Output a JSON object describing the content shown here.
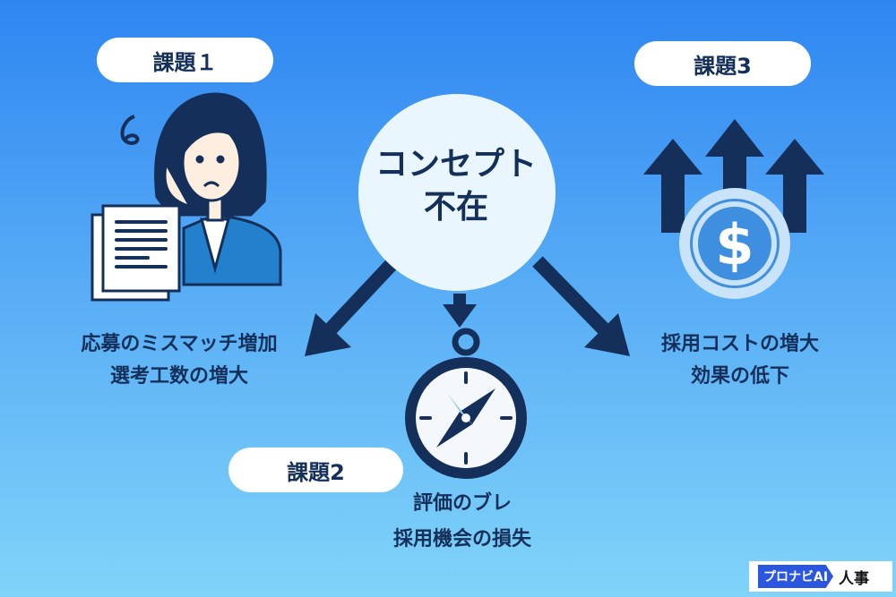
{
  "center": {
    "line1": "コンセプト",
    "line2": "不在"
  },
  "issues": [
    {
      "label": "課題１",
      "lines": [
        "応募のミスマッチ増加",
        "選考工数の増大"
      ]
    },
    {
      "label": "課題2",
      "lines": [
        "評価のブレ",
        "採用機会の損失"
      ]
    },
    {
      "label": "課題3",
      "lines": [
        "採用コストの増大",
        "効果の低下"
      ]
    }
  ],
  "logo": {
    "brand": "プロナビAI",
    "sub": "人事"
  },
  "colors": {
    "navy": "#14305a",
    "circle": "#eaf6fd",
    "blue": "#2280cc"
  }
}
